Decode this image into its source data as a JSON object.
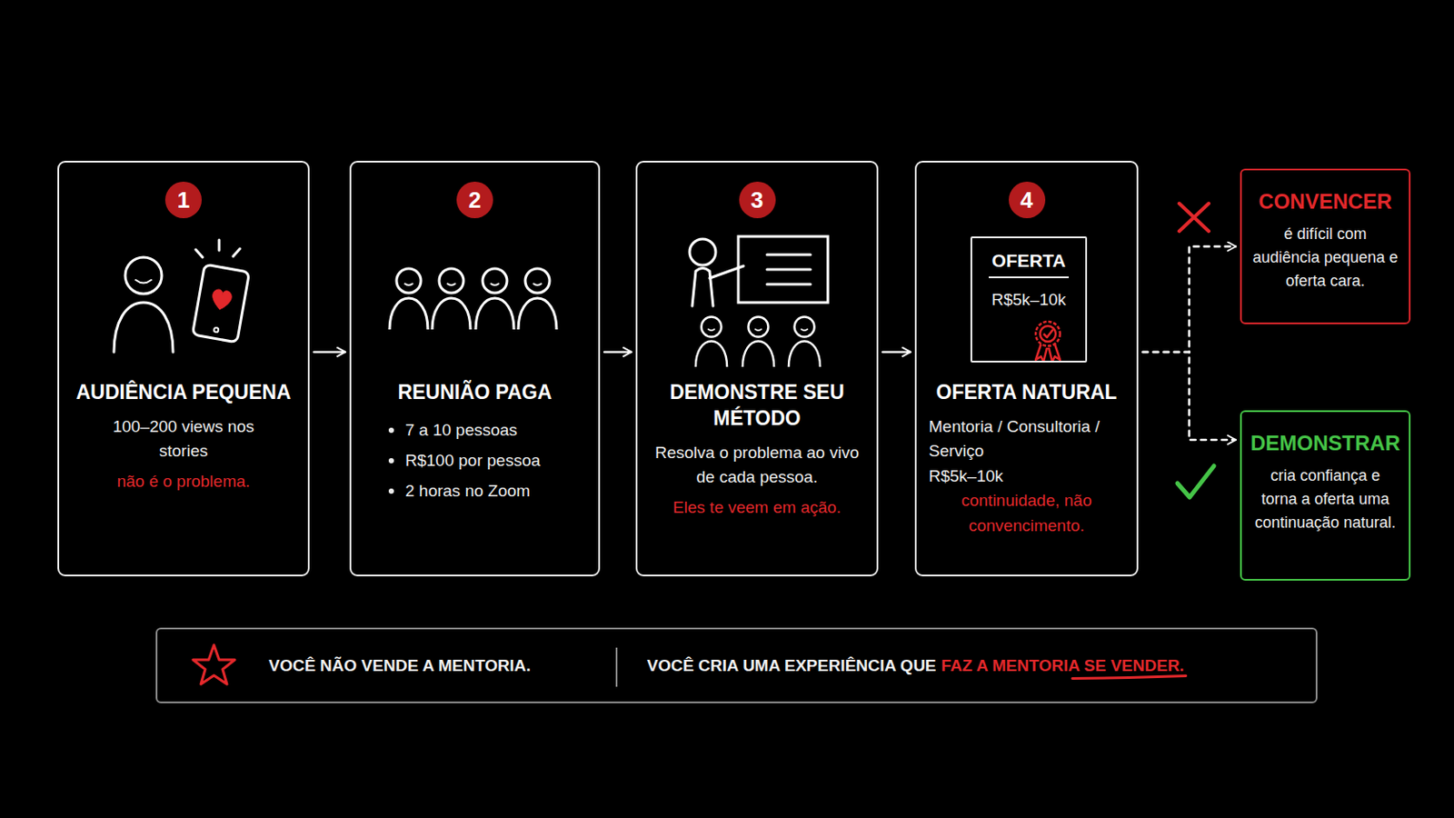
{
  "diagram": {
    "nodes": [
      {
        "text": [
          "1",
          "AUDIÊNCIA PEQUENA",
          "100–200 views nos stories",
          "não é o problema."
        ]
      },
      {
        "text": [
          "2",
          "REUNIÃO PAGA",
          "7 a 10 pessoas",
          "R$100 por pessoa",
          "2 horas no Zoom"
        ]
      },
      {
        "text": [
          "3",
          "DEMONSTRE SEU MÉTODO",
          "Resolva o problema ao vivo de cada pessoa.",
          "Eles te veem em ação."
        ]
      },
      {
        "text": [
          "4",
          "OFERTA NATURAL",
          "Mentoria / Consultoria / Serviço",
          "R$5k–10k",
          "continuidade, não convencimento."
        ]
      },
      {
        "text": [
          "OFERTA",
          "R$5k–10k"
        ],
        "in": 3
      },
      {
        "text": [
          "CONVENCER",
          "é difícil com audiência pequena e oferta cara."
        ]
      },
      {
        "text": [
          "DEMONSTRAR",
          "cria confiança e torna a oferta uma continuação natural."
        ]
      },
      {
        "text": [
          "VOCÊ NÃO VENDE A MENTORIA.",
          "VOCÊ CRIA UMA EXPERIÊNCIA QUE",
          "FAZ A MENTORIA SE VENDER."
        ]
      }
    ],
    "edges": [
      {
        "from": 0,
        "to": 1,
        "arrow": "to"
      },
      {
        "from": 1,
        "to": 2,
        "arrow": "to"
      },
      {
        "from": 2,
        "to": 3,
        "arrow": "to"
      },
      {
        "from": 3,
        "to": 5,
        "arrow": "to"
      },
      {
        "from": 3,
        "to": 6,
        "arrow": "to"
      }
    ]
  }
}
